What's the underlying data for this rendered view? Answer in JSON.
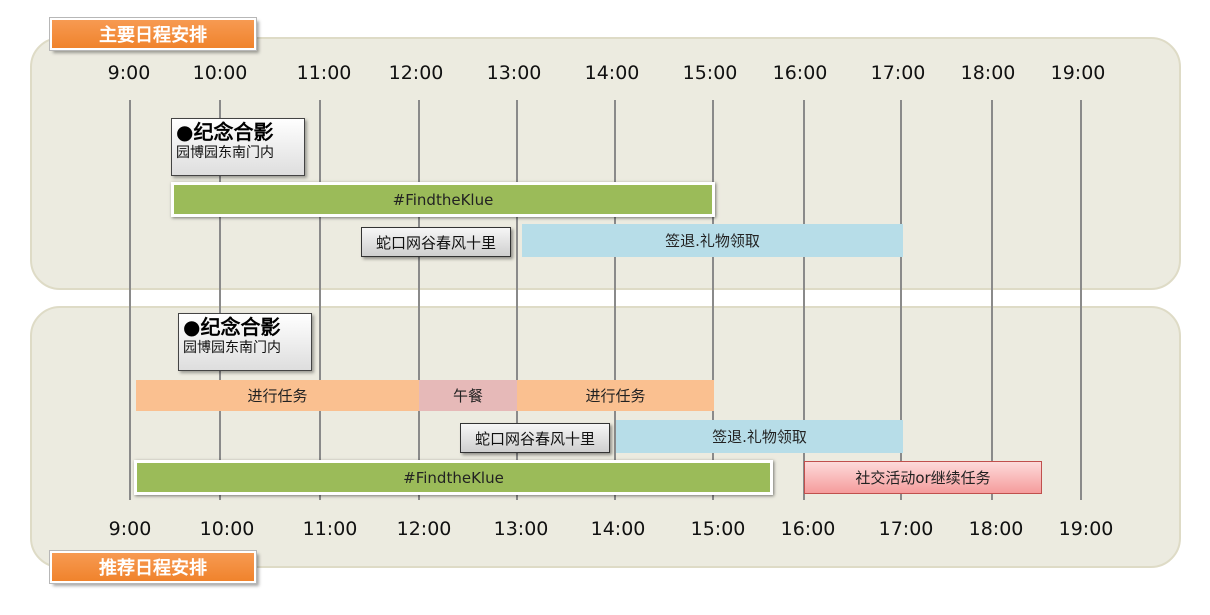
{
  "sections": {
    "main_title": "主要日程安排",
    "recommended_title": "推荐日程安排"
  },
  "axis": {
    "ticks": [
      "9:00",
      "10:00",
      "11:00",
      "12:00",
      "13:00",
      "14:00",
      "15:00",
      "16:00",
      "17:00",
      "18:00",
      "19:00"
    ]
  },
  "main_schedule": {
    "photo": {
      "title": "●纪念合影",
      "location": "园博园东南门内"
    },
    "findtheklue": "#FindtheKlue",
    "shekou": "蛇口网谷春风十里",
    "checkout": "签退.礼物领取"
  },
  "recommended_schedule": {
    "photo": {
      "title": "●纪念合影",
      "location": "园博园东南门内"
    },
    "task_1": "进行任务",
    "lunch": "午餐",
    "task_2": "进行任务",
    "shekou": "蛇口网谷春风十里",
    "checkout": "签退.礼物领取",
    "findtheklue": "#FindtheKlue",
    "social": "社交活动or继续任务"
  },
  "colors": {
    "tag_orange": "#f0832c",
    "green": "#9bbb59",
    "blue": "#b7dde8",
    "orange": "#fac090",
    "pink": "#e6b9b8",
    "panel": "#ecebe0"
  }
}
